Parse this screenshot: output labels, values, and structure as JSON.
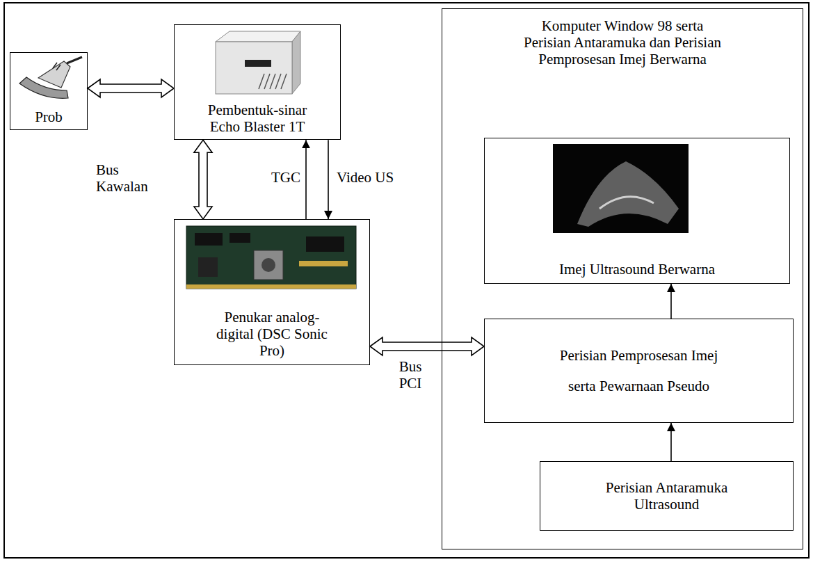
{
  "diagram": {
    "nodes": [
      {
        "text": [
          "Prob"
        ]
      },
      {
        "text": [
          "Pembentuk-sinar Echo Blaster 1T"
        ]
      },
      {
        "text": [
          "Komputer Window 98 serta Perisian Antaramuka dan Perisian Pemprosesan Imej Berwarna"
        ]
      },
      {
        "text": [
          "Imej Ultrasound Berwarna"
        ],
        "in": 2
      },
      {
        "text": [
          "Perisian Pemprosesan Imej serta Pewarnaan Pseudo"
        ],
        "in": 2
      },
      {
        "text": [
          "Perisian Antaramuka Ultrasound"
        ],
        "in": 2
      },
      {
        "text": [
          "Penukar analog- digital (DSC Sonic Pro)"
        ]
      }
    ],
    "edges": [
      {
        "from": 0,
        "to": 1,
        "arrow": "both"
      },
      {
        "from": 1,
        "to": 6,
        "arrow": "both",
        "label": "Bus Kawalan"
      },
      {
        "from": 6,
        "to": 1,
        "arrow": "to",
        "label": "TGC"
      },
      {
        "from": 1,
        "to": 6,
        "arrow": "to",
        "label": "Video US"
      },
      {
        "from": 6,
        "to": 4,
        "arrow": "both",
        "label": "Bus PCI"
      },
      {
        "from": 5,
        "to": 4,
        "arrow": "to"
      },
      {
        "from": 4,
        "to": 3,
        "arrow": "to"
      }
    ]
  }
}
